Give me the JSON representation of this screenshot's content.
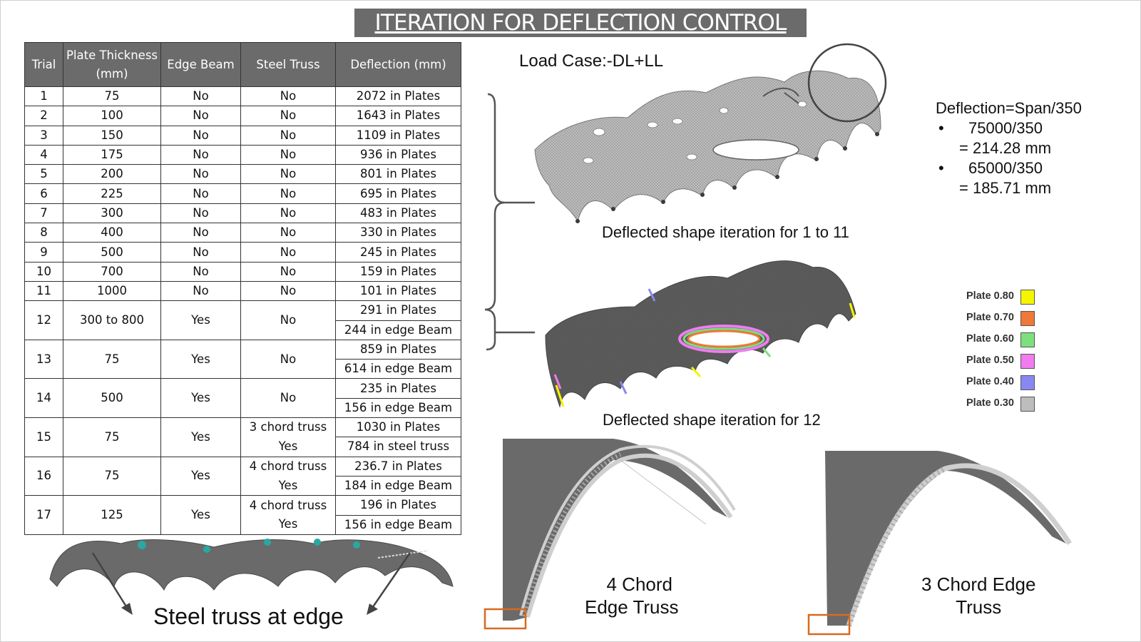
{
  "title": "ITERATION FOR DEFLECTION CONTROL",
  "table": {
    "headers": [
      "Trial",
      "Plate Thickness (mm)",
      "Edge Beam",
      "Steel Truss",
      "Deflection (mm)"
    ],
    "rows": [
      {
        "trial": "1",
        "thickness": "75",
        "edge_beam": "No",
        "steel_truss": "No",
        "deflection": "2072 in Plates"
      },
      {
        "trial": "2",
        "thickness": "100",
        "edge_beam": "No",
        "steel_truss": "No",
        "deflection": "1643 in Plates"
      },
      {
        "trial": "3",
        "thickness": "150",
        "edge_beam": "No",
        "steel_truss": "No",
        "deflection": "1109 in Plates"
      },
      {
        "trial": "4",
        "thickness": "175",
        "edge_beam": "No",
        "steel_truss": "No",
        "deflection": "936 in Plates"
      },
      {
        "trial": "5",
        "thickness": "200",
        "edge_beam": "No",
        "steel_truss": "No",
        "deflection": "801 in Plates"
      },
      {
        "trial": "6",
        "thickness": "225",
        "edge_beam": "No",
        "steel_truss": "No",
        "deflection": "695 in Plates"
      },
      {
        "trial": "7",
        "thickness": "300",
        "edge_beam": "No",
        "steel_truss": "No",
        "deflection": "483 in Plates"
      },
      {
        "trial": "8",
        "thickness": "400",
        "edge_beam": "No",
        "steel_truss": "No",
        "deflection": "330 in Plates"
      },
      {
        "trial": "9",
        "thickness": "500",
        "edge_beam": "No",
        "steel_truss": "No",
        "deflection": "245 in Plates"
      },
      {
        "trial": "10",
        "thickness": "700",
        "edge_beam": "No",
        "steel_truss": "No",
        "deflection": "159 in Plates"
      },
      {
        "trial": "11",
        "thickness": "1000",
        "edge_beam": "No",
        "steel_truss": "No",
        "deflection": "101 in Plates"
      },
      {
        "trial": "12",
        "thickness": "300 to 800",
        "edge_beam": "Yes",
        "steel_truss_top": "No",
        "steel_truss_bottom": "",
        "deflection_top": "291 in Plates",
        "deflection_bottom": "244 in edge Beam"
      },
      {
        "trial": "13",
        "thickness": "75",
        "edge_beam": "Yes",
        "steel_truss_top": "No",
        "steel_truss_bottom": "",
        "deflection_top": "859 in Plates",
        "deflection_bottom": "614 in edge Beam"
      },
      {
        "trial": "14",
        "thickness": "500",
        "edge_beam": "Yes",
        "steel_truss_top": "No",
        "steel_truss_bottom": "",
        "deflection_top": "235 in Plates",
        "deflection_bottom": "156 in edge Beam"
      },
      {
        "trial": "15",
        "thickness": "75",
        "edge_beam": "Yes",
        "steel_truss_top": "3 chord truss",
        "steel_truss_bottom": "Yes",
        "deflection_top": "1030 in Plates",
        "deflection_bottom": "784 in steel truss"
      },
      {
        "trial": "16",
        "thickness": "75",
        "edge_beam": "Yes",
        "steel_truss_top": "4 chord truss",
        "steel_truss_bottom": "Yes",
        "deflection_top": "236.7 in Plates",
        "deflection_bottom": "184 in edge Beam"
      },
      {
        "trial": "17",
        "thickness": "125",
        "edge_beam": "Yes",
        "steel_truss_top": "4 chord truss",
        "steel_truss_bottom": "Yes",
        "deflection_top": "196 in Plates",
        "deflection_bottom": "156 in edge Beam"
      }
    ]
  },
  "load_case": "Load Case:-DL+LL",
  "caption_iter_1_11": "Deflected shape iteration for 1 to 11",
  "caption_iter_12": "Deflected shape iteration for 12",
  "formula": {
    "heading": "Deflection=Span/350",
    "items": [
      {
        "bullet": "•",
        "expr": "75000/350",
        "result": "= 214.28 mm"
      },
      {
        "bullet": "•",
        "expr": "65000/350",
        "result": "= 185.71 mm"
      }
    ]
  },
  "legend": [
    {
      "label": "Plate 0.80",
      "color": "#f5f500"
    },
    {
      "label": "Plate 0.70",
      "color": "#f07838"
    },
    {
      "label": "Plate 0.60",
      "color": "#7de07d"
    },
    {
      "label": "Plate 0.50",
      "color": "#f07cf0"
    },
    {
      "label": "Plate 0.40",
      "color": "#8888f0"
    },
    {
      "label": "Plate 0.30",
      "color": "#bdbdbd"
    }
  ],
  "caption_steel_truss": "Steel truss at edge",
  "caption_4_chord": [
    "4 Chord",
    "Edge Truss"
  ],
  "caption_3_chord": [
    "3 Chord Edge",
    "Truss"
  ],
  "colors": {
    "header_bg": "#6b6b6b",
    "highlight_box": "#d9691e",
    "shell_gray": "#6a6a6a",
    "truss": "#cfcfcf",
    "node_marker": "#2aa7a0"
  }
}
